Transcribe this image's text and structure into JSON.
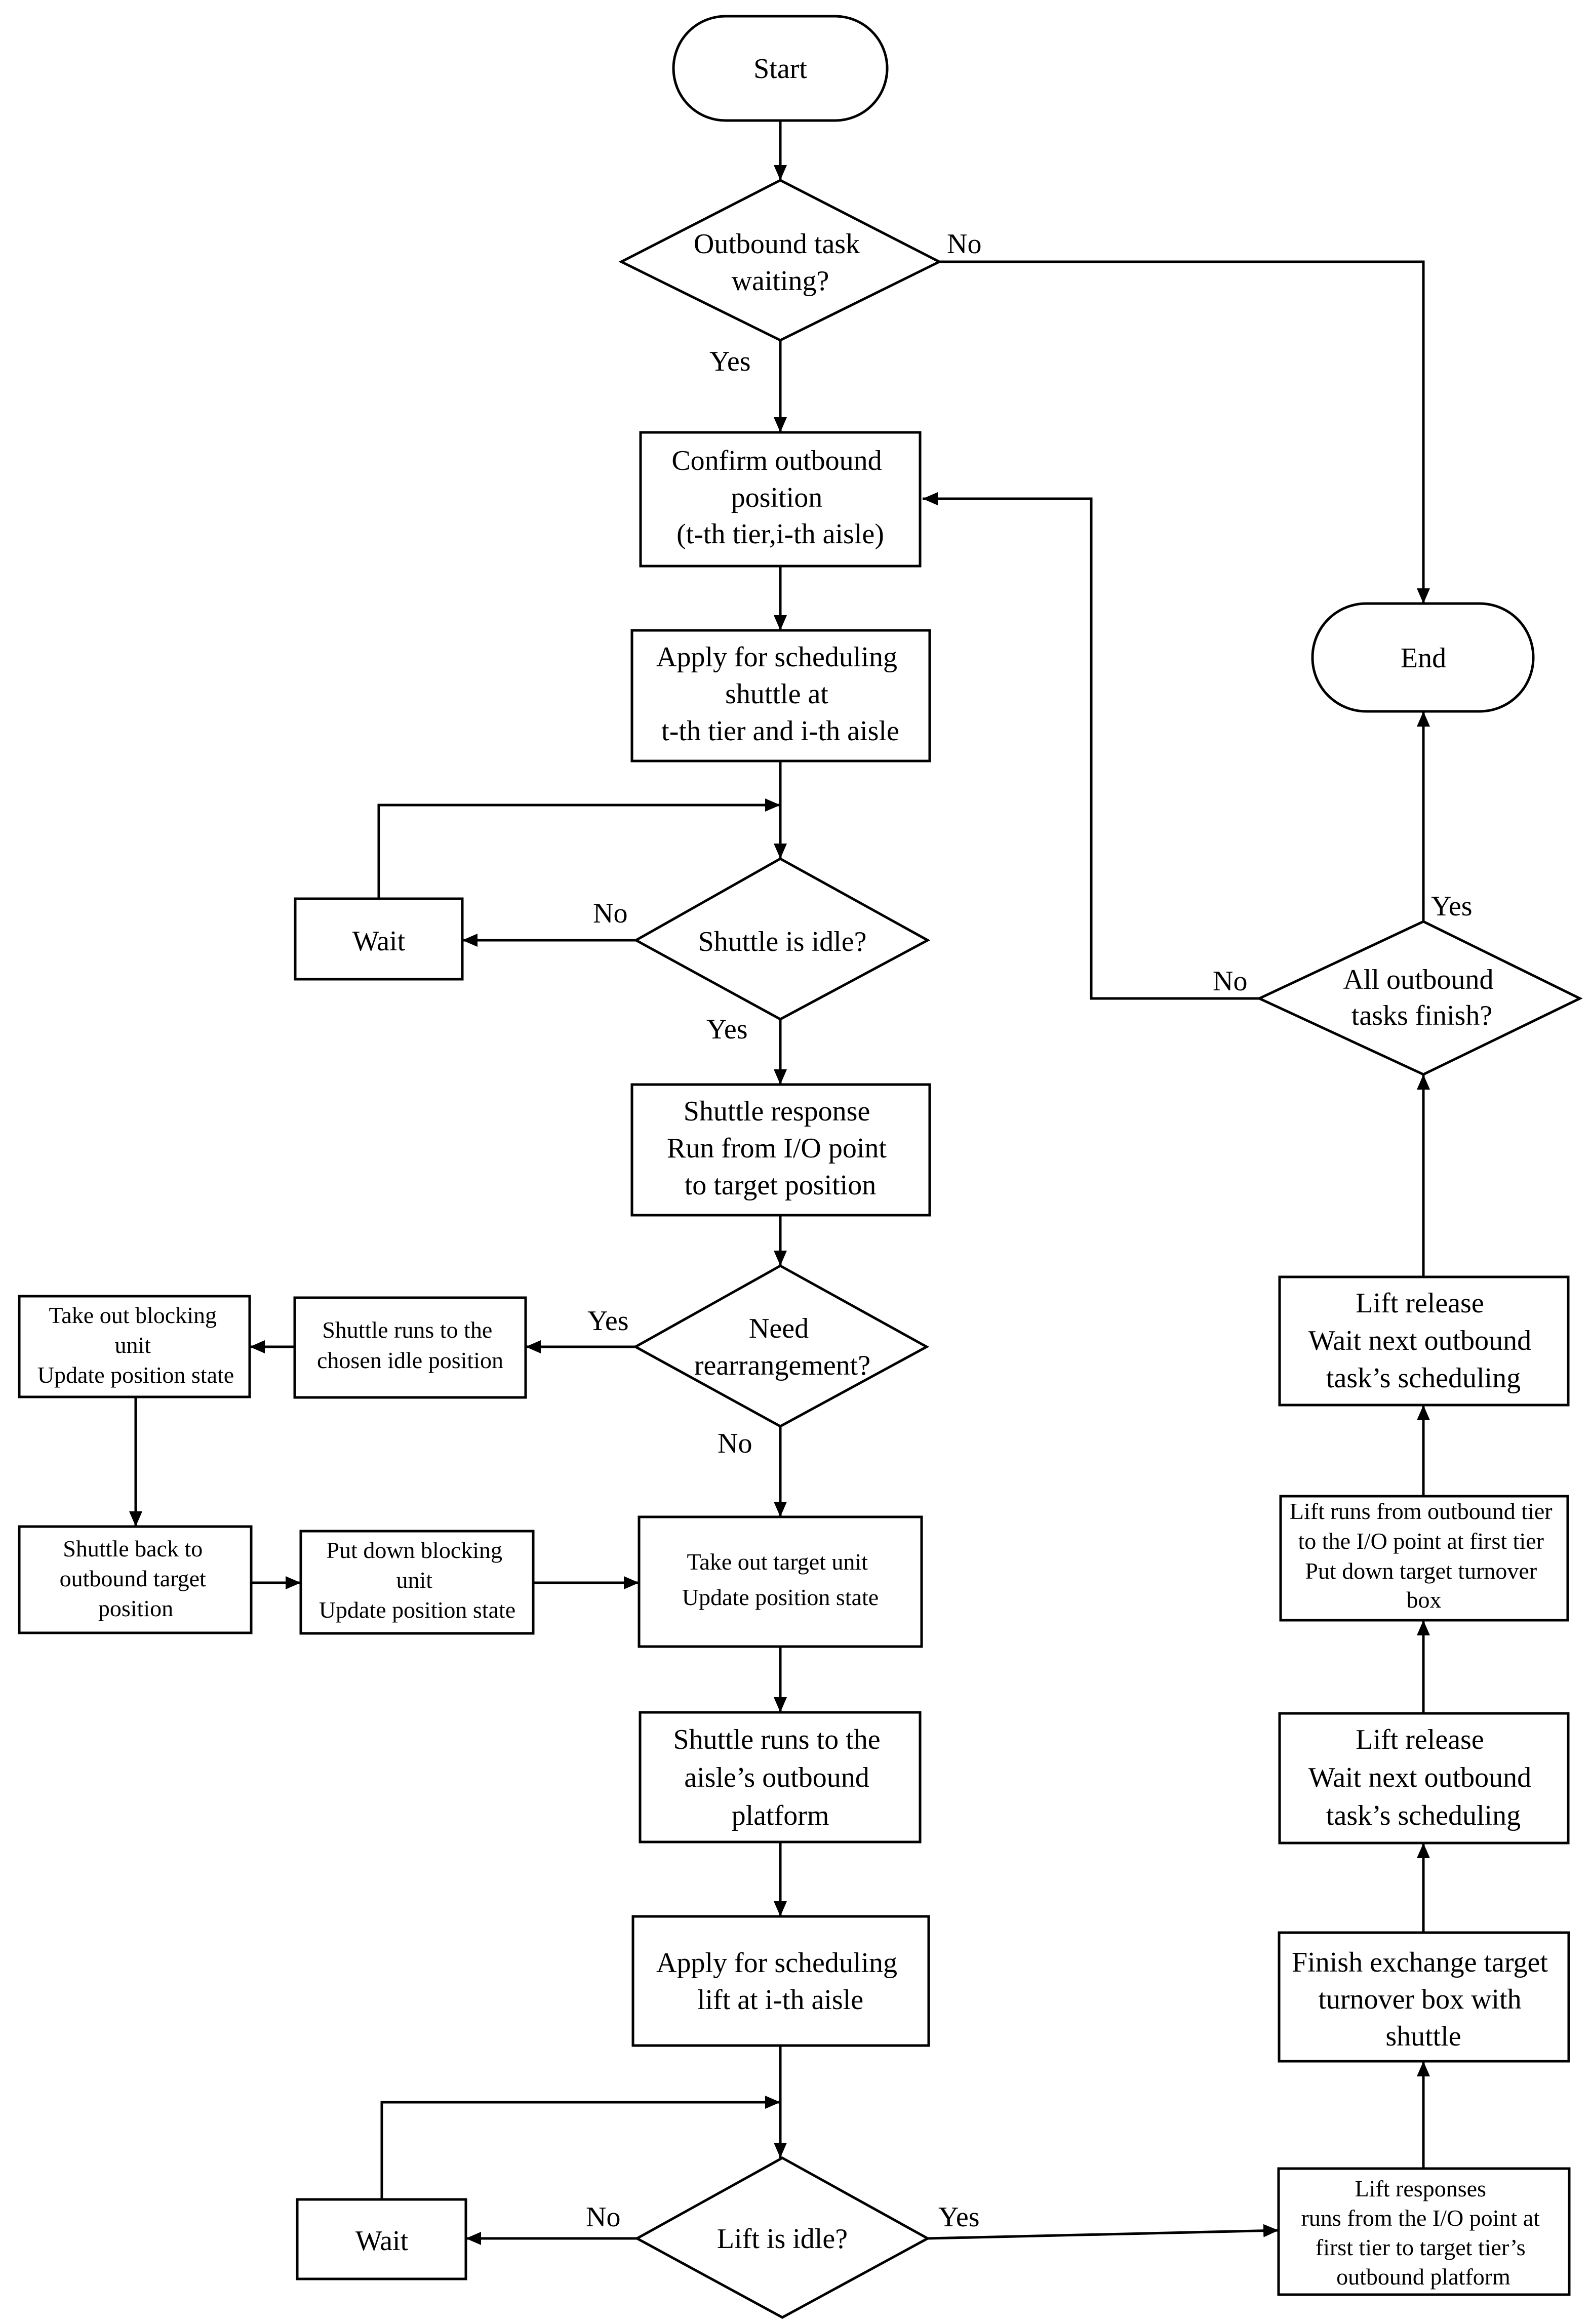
{
  "nodes": {
    "start": [
      "Start"
    ],
    "outbound_waiting": [
      "Outbound task",
      "waiting?"
    ],
    "end": [
      "End"
    ],
    "confirm_position": [
      "Confirm outbound",
      "position",
      "(t-th tier,i-th aisle)"
    ],
    "apply_shuttle": [
      "Apply for scheduling",
      "shuttle at",
      "t-th tier and i-th aisle"
    ],
    "wait_shuttle": [
      "Wait"
    ],
    "shuttle_idle": [
      "Shuttle is idle?"
    ],
    "all_finish": [
      "All outbound",
      "tasks finish?"
    ],
    "shuttle_response": [
      "Shuttle response",
      "Run from I/O point",
      "to target position"
    ],
    "need_rearrangement": [
      "Need",
      "rearrangement?"
    ],
    "shuttle_runs_idle": [
      "Shuttle runs to the",
      "chosen idle position"
    ],
    "take_out_blocking": [
      "Take out blocking",
      "unit",
      "Update position state"
    ],
    "shuttle_back": [
      "Shuttle back to",
      "outbound target",
      "position"
    ],
    "put_down_blocking": [
      "Put down blocking",
      "unit",
      "Update position state"
    ],
    "take_out_target": [
      "Take out target unit",
      "Update position state"
    ],
    "shuttle_runs_platform": [
      "Shuttle runs to the",
      "aisle’s outbound",
      "platform"
    ],
    "apply_lift": [
      "Apply for scheduling",
      "lift at i-th aisle"
    ],
    "wait_lift": [
      "Wait"
    ],
    "lift_idle": [
      "Lift is idle?"
    ],
    "lift_responses": [
      "Lift responses",
      "runs from the I/O point at",
      "first tier to target tier’s",
      "outbound platform"
    ],
    "finish_exchange": [
      "Finish exchange target",
      "turnover box with",
      "shuttle"
    ],
    "lift_release_1": [
      "Lift release",
      "Wait next outbound",
      "task’s scheduling"
    ],
    "lift_runs_outbound": [
      "Lift runs from outbound tier",
      "to the I/O point at first tier",
      "Put down target turnover",
      "box"
    ],
    "lift_release_2": [
      "Lift release",
      "Wait next outbound",
      "task’s scheduling"
    ]
  },
  "edge_labels": {
    "outbound_no": "No",
    "outbound_yes": "Yes",
    "shuttle_idle_no": "No",
    "shuttle_idle_yes": "Yes",
    "all_finish_yes": "Yes",
    "all_finish_no": "No",
    "rearrange_yes": "Yes",
    "rearrange_no": "No",
    "lift_idle_no": "No",
    "lift_idle_yes": "Yes"
  }
}
